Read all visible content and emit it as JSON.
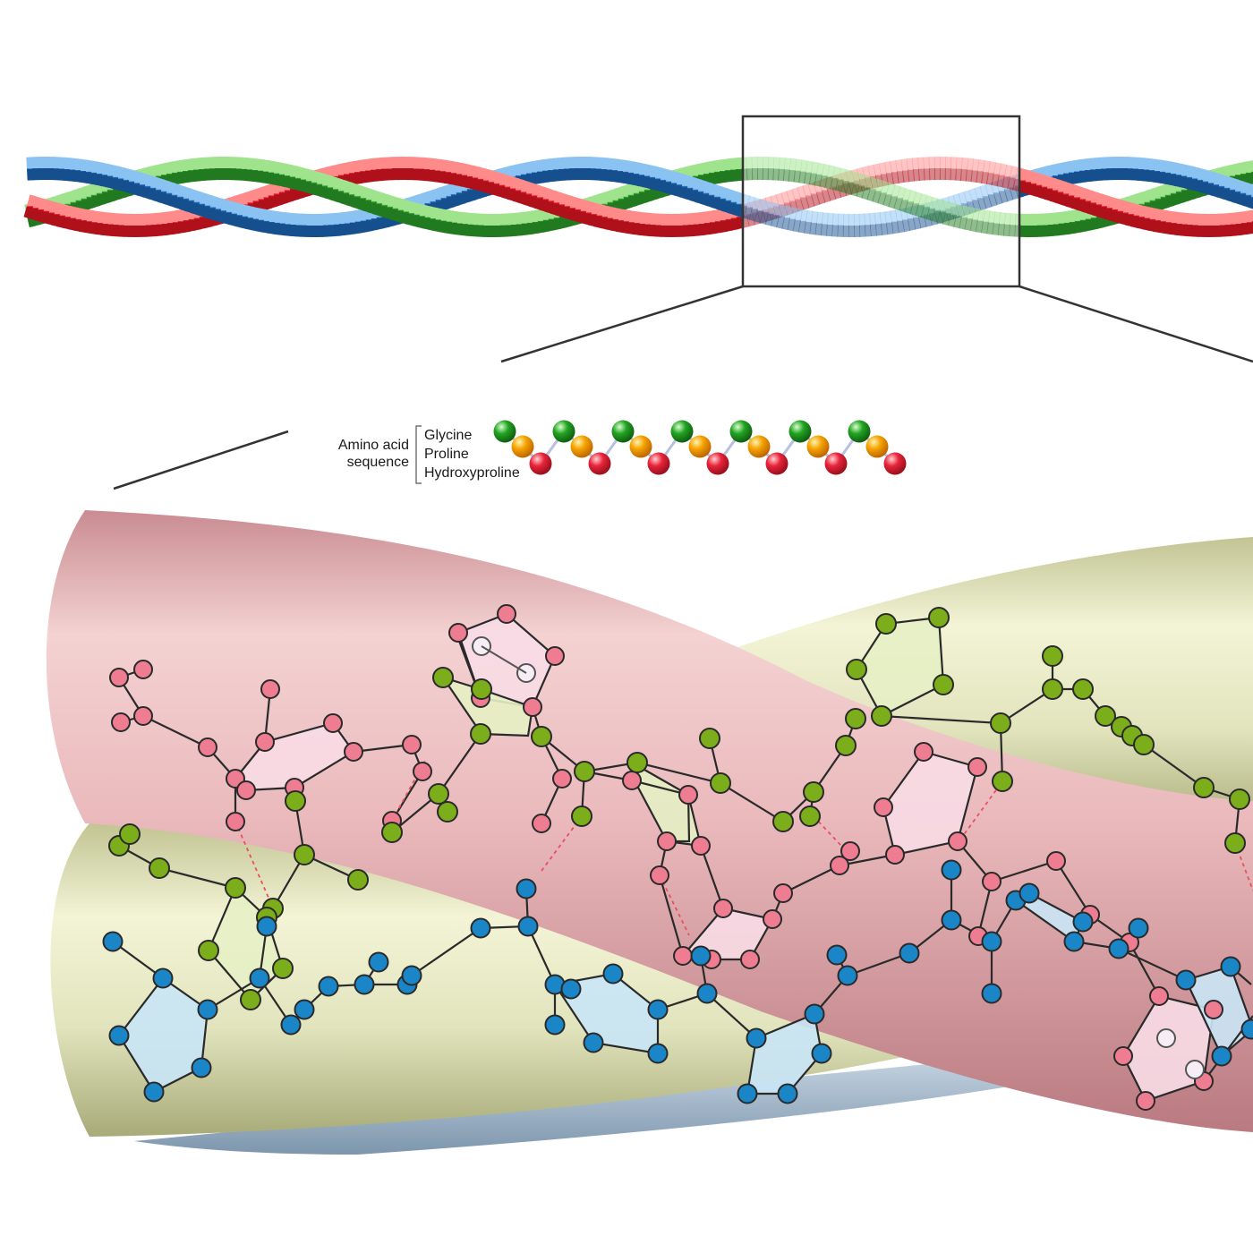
{
  "legend": {
    "title_line1": "Amino acid",
    "title_line2": "sequence",
    "items": [
      {
        "label": "Glycine",
        "color": "#22a322"
      },
      {
        "label": "Proline",
        "color": "#f5a300"
      },
      {
        "label": "Hydroxyproline",
        "color": "#e8233a"
      }
    ]
  },
  "strand_colors": {
    "red": "#e01f2a",
    "green": "#3fae3a",
    "blue": "#2a74c2"
  },
  "molecule_colors": {
    "pink_atom": "#ee7d92",
    "pink_ring": "#f8dbe6",
    "green_atom": "#7cae1c",
    "green_ring": "#e6efc4",
    "blue_atom": "#1a86c8",
    "blue_ring": "#c9e6f6",
    "tube_pink": "#e3b2b5",
    "tube_olive": "#dde0b7",
    "tube_blue": "#a9bfd2"
  }
}
